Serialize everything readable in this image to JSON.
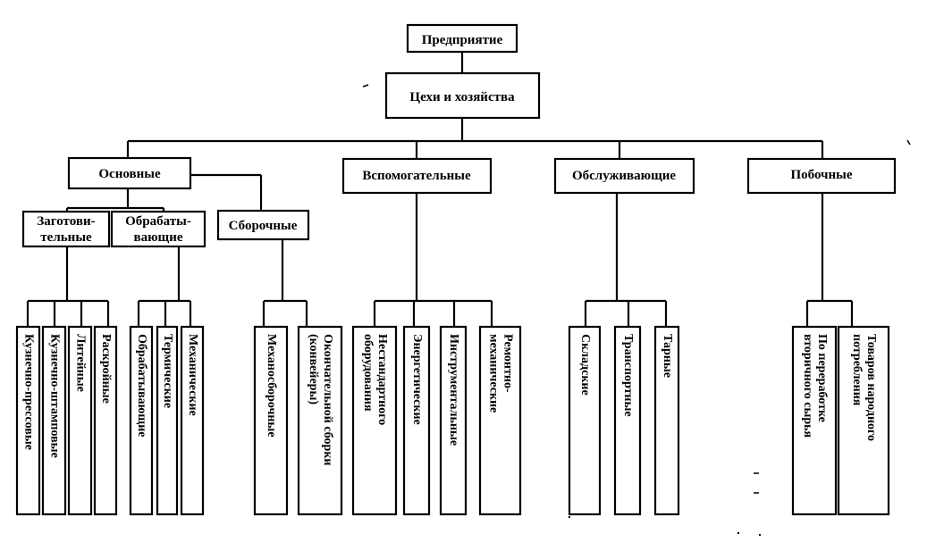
{
  "root": "Предприятие",
  "level1": "Цехи и хозяйства",
  "categories": {
    "main": "Основные",
    "auxiliary": "Вспомогательные",
    "service": "Обслуживающие",
    "secondary": "Побочные"
  },
  "main_groups": {
    "procurement": [
      "Заготови-",
      "тельные"
    ],
    "processing": [
      "Обрабаты-",
      "вающие"
    ],
    "assembly": "Сборочные"
  },
  "leaves": {
    "procurement": [
      "Кузнечно-прессовые",
      "Кузнечно-штамповые",
      "Литейные",
      "Раскройные"
    ],
    "processing": [
      "Обрабатывающие",
      "Термические",
      "Механические"
    ],
    "assembly": [
      [
        "Механосборочные"
      ],
      [
        "Окончательной сборки",
        "(конвейеры)"
      ]
    ],
    "auxiliary": [
      [
        "Нестандартного",
        "оборудования"
      ],
      [
        "Энергетические"
      ],
      [
        "Инструментальные"
      ],
      [
        "Ремонтно-",
        "механические"
      ]
    ],
    "service": [
      "Складские",
      "Транспортные",
      "Тарные"
    ],
    "secondary": [
      [
        "По переработке",
        "вторичного сырья"
      ],
      [
        "Товаров народного",
        "потребления"
      ]
    ]
  }
}
